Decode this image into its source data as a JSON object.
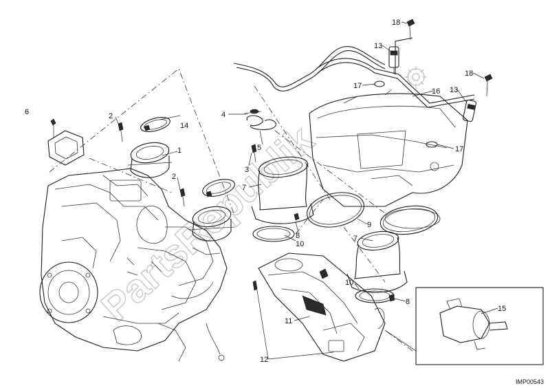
{
  "callouts": [
    {
      "id": "6",
      "text": "6"
    },
    {
      "id": "2a",
      "text": "2"
    },
    {
      "id": "14",
      "text": "14"
    },
    {
      "id": "1",
      "text": "1"
    },
    {
      "id": "2b",
      "text": "2"
    },
    {
      "id": "4",
      "text": "4"
    },
    {
      "id": "5",
      "text": "5"
    },
    {
      "id": "3",
      "text": "3"
    },
    {
      "id": "7a",
      "text": "7"
    },
    {
      "id": "8a",
      "text": "8"
    },
    {
      "id": "10a",
      "text": "10"
    },
    {
      "id": "9",
      "text": "9"
    },
    {
      "id": "7b",
      "text": "7"
    },
    {
      "id": "10b",
      "text": "10"
    },
    {
      "id": "8b",
      "text": "8"
    },
    {
      "id": "11",
      "text": "11"
    },
    {
      "id": "12",
      "text": "12"
    },
    {
      "id": "15",
      "text": "15"
    },
    {
      "id": "18a",
      "text": "18"
    },
    {
      "id": "13a",
      "text": "13"
    },
    {
      "id": "17a",
      "text": "17"
    },
    {
      "id": "16",
      "text": "16"
    },
    {
      "id": "18b",
      "text": "18"
    },
    {
      "id": "13b",
      "text": "13"
    },
    {
      "id": "17b",
      "text": "17"
    }
  ],
  "drawing_code": "IMP00543",
  "watermark": "PartsRepublik"
}
